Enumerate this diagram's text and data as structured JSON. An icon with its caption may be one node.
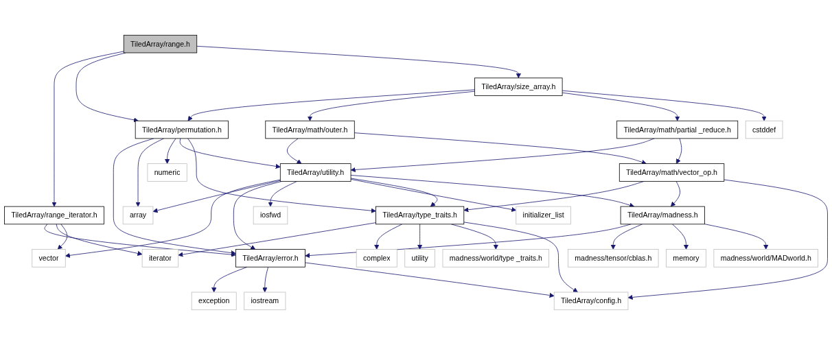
{
  "diagram": {
    "nodes": [
      {
        "text": [
          "TiledArray/range.h"
        ]
      },
      {
        "text": [
          "TiledArray/size_array.h"
        ]
      },
      {
        "text": [
          "TiledArray/permutation.h"
        ]
      },
      {
        "text": [
          "TiledArray/math/outer.h"
        ]
      },
      {
        "text": [
          "TiledArray/math/partial _reduce.h"
        ]
      },
      {
        "text": [
          "cstddef"
        ]
      },
      {
        "text": [
          "TiledArray/range_iterator.h"
        ]
      },
      {
        "text": [
          "numeric"
        ]
      },
      {
        "text": [
          "TiledArray/utility.h"
        ]
      },
      {
        "text": [
          "TiledArray/math/vector_op.h"
        ]
      },
      {
        "text": [
          "vector"
        ]
      },
      {
        "text": [
          "array"
        ]
      },
      {
        "text": [
          "iosfwd"
        ]
      },
      {
        "text": [
          "initializer_list"
        ]
      },
      {
        "text": [
          "TiledArray/type_traits.h"
        ]
      },
      {
        "text": [
          "TiledArray/madness.h"
        ]
      },
      {
        "text": [
          "TiledArray/error.h"
        ]
      },
      {
        "text": [
          "iterator"
        ]
      },
      {
        "text": [
          "complex"
        ]
      },
      {
        "text": [
          "utility"
        ]
      },
      {
        "text": [
          "madness/world/type _traits.h"
        ]
      },
      {
        "text": [
          "madness/tensor/cblas.h"
        ]
      },
      {
        "text": [
          "memory"
        ]
      },
      {
        "text": [
          "madness/world/MADworld.h"
        ]
      },
      {
        "text": [
          "exception"
        ]
      },
      {
        "text": [
          "iostream"
        ]
      },
      {
        "text": [
          "TiledArray/config.h"
        ]
      }
    ],
    "edges": [
      {
        "from": 0,
        "to": 6,
        "arrow": "to"
      },
      {
        "from": 6,
        "to": 16,
        "arrow": "to"
      },
      {
        "from": 16,
        "to": 24,
        "arrow": "to"
      },
      {
        "from": 16,
        "to": 25,
        "arrow": "to"
      },
      {
        "from": 16,
        "to": 26,
        "arrow": "to"
      },
      {
        "from": 6,
        "to": 17,
        "arrow": "to"
      },
      {
        "from": 6,
        "to": 10,
        "arrow": "to"
      },
      {
        "from": 0,
        "to": 2,
        "arrow": "to"
      },
      {
        "from": 2,
        "to": 16,
        "arrow": "to"
      },
      {
        "from": 2,
        "to": 11,
        "arrow": "to"
      },
      {
        "from": 2,
        "to": 7,
        "arrow": "to"
      },
      {
        "from": 2,
        "to": 8,
        "arrow": "to"
      },
      {
        "from": 2,
        "to": 14,
        "arrow": "to"
      },
      {
        "from": 0,
        "to": 1,
        "arrow": "to"
      },
      {
        "from": 1,
        "to": 2,
        "arrow": "to"
      },
      {
        "from": 1,
        "to": 3,
        "arrow": "to"
      },
      {
        "from": 1,
        "to": 4,
        "arrow": "to"
      },
      {
        "from": 1,
        "to": 5,
        "arrow": "to"
      },
      {
        "from": 3,
        "to": 8,
        "arrow": "to"
      },
      {
        "from": 3,
        "to": 9,
        "arrow": "to"
      },
      {
        "from": 4,
        "to": 8,
        "arrow": "to"
      },
      {
        "from": 4,
        "to": 9,
        "arrow": "to"
      },
      {
        "from": 8,
        "to": 10,
        "arrow": "to"
      },
      {
        "from": 8,
        "to": 11,
        "arrow": "to"
      },
      {
        "from": 8,
        "to": 16,
        "arrow": "to"
      },
      {
        "from": 8,
        "to": 12,
        "arrow": "to"
      },
      {
        "from": 8,
        "to": 13,
        "arrow": "to"
      },
      {
        "from": 8,
        "to": 14,
        "arrow": "to"
      },
      {
        "from": 8,
        "to": 15,
        "arrow": "to"
      },
      {
        "from": 14,
        "to": 17,
        "arrow": "to"
      },
      {
        "from": 14,
        "to": 18,
        "arrow": "to"
      },
      {
        "from": 14,
        "to": 19,
        "arrow": "to"
      },
      {
        "from": 14,
        "to": 20,
        "arrow": "to"
      },
      {
        "from": 14,
        "to": 26,
        "arrow": "to"
      },
      {
        "from": 9,
        "to": 14,
        "arrow": "to"
      },
      {
        "from": 9,
        "to": 15,
        "arrow": "to"
      },
      {
        "from": 9,
        "to": 26,
        "arrow": "to"
      },
      {
        "from": 15,
        "to": 16,
        "arrow": "to"
      },
      {
        "from": 15,
        "to": 21,
        "arrow": "to"
      },
      {
        "from": 15,
        "to": 22,
        "arrow": "to"
      },
      {
        "from": 15,
        "to": 23,
        "arrow": "to"
      }
    ]
  }
}
